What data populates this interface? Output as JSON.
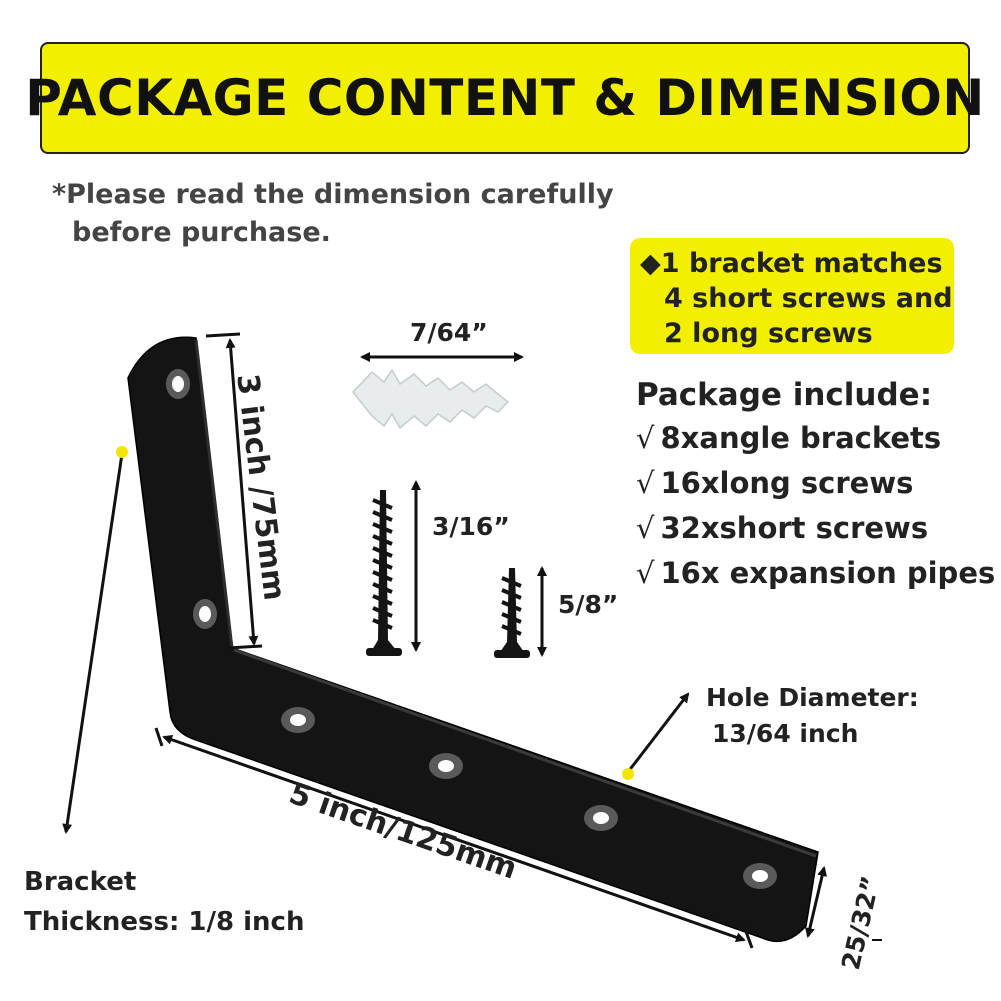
{
  "banner": {
    "title": "PACKAGE CONTENT & DIMENSION",
    "bg": "#f2ef00"
  },
  "note": {
    "line1": "*Please read the dimension carefully",
    "line2": "before purchase."
  },
  "match_box": {
    "line1": "◆1 bracket matches",
    "line2": "4 short screws and",
    "line3": "2 long screws",
    "bg": "#f2ef00"
  },
  "package": {
    "title": "Package include:",
    "items": [
      {
        "check": "√",
        "text": "8xangle brackets"
      },
      {
        "check": "√",
        "text": "16xlong screws"
      },
      {
        "check": "√",
        "text": "32xshort screws"
      },
      {
        "check": "√",
        "text": "16x expansion pipes"
      }
    ]
  },
  "dimensions": {
    "anchor_width": "7/64”",
    "long_screw": "3/16”",
    "short_screw": "5/8”",
    "vertical_leg": "3 inch /75mm",
    "horizontal_leg": "5 inch/125mm",
    "bracket_width": "25/32”"
  },
  "hole": {
    "line1": "Hole Diameter:",
    "line2": "13/64 inch"
  },
  "thickness": {
    "line1": "Bracket",
    "line2": "Thickness: 1/8 inch"
  },
  "colors": {
    "bracket": "#141414",
    "dot": "#f2e600",
    "anchor": "#e8ecec"
  }
}
